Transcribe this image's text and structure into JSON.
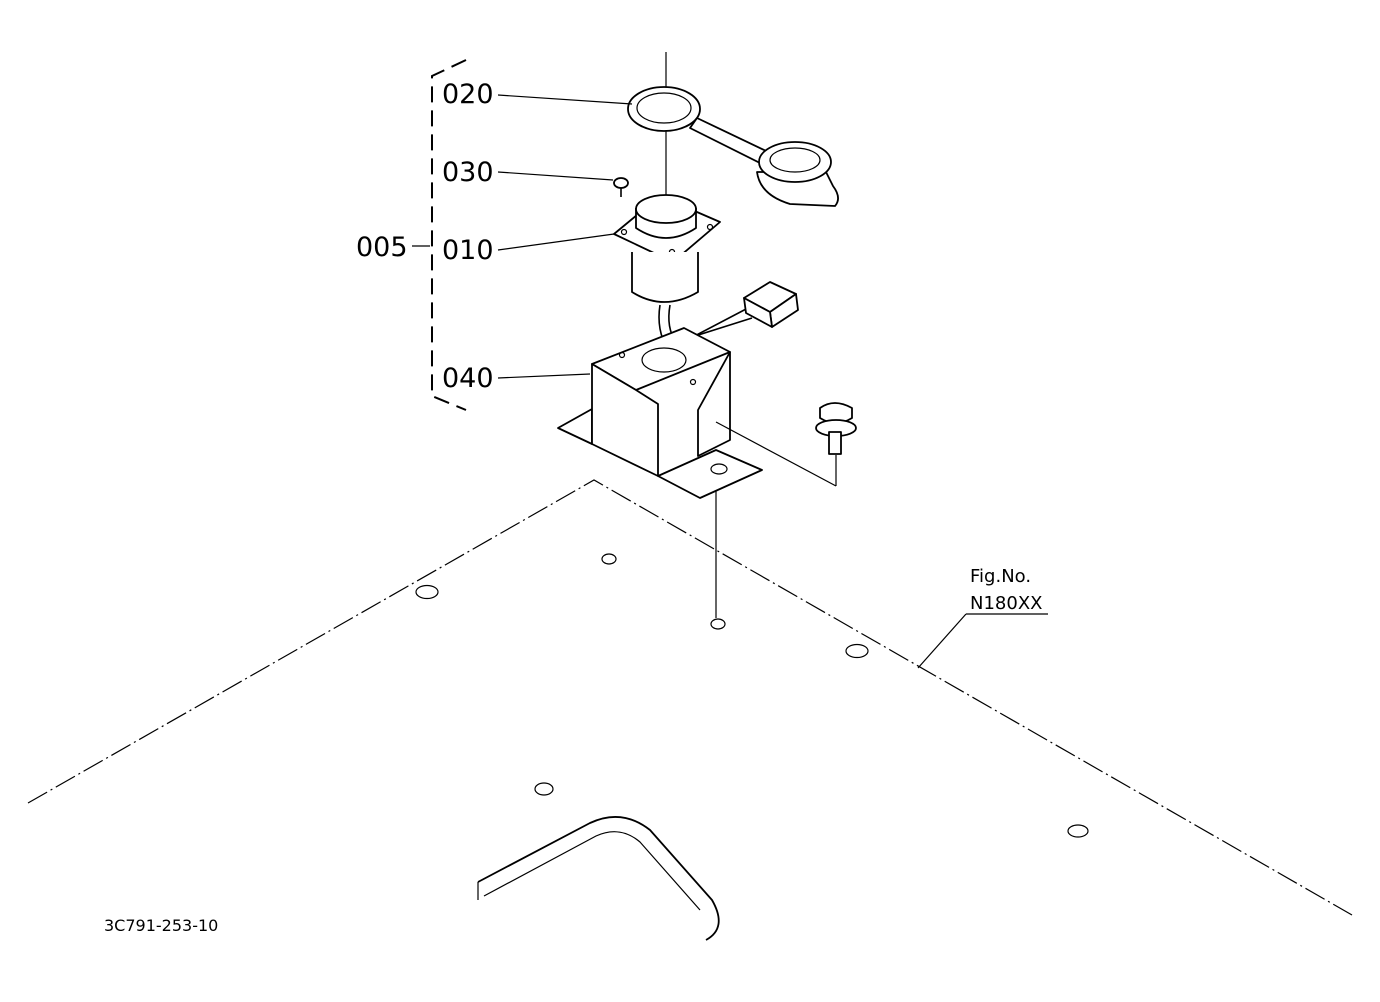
{
  "callouts": {
    "c020": "020",
    "c030": "030",
    "c005": "005",
    "c010": "010",
    "c040": "040"
  },
  "figure_ref": {
    "label": "Fig.No.",
    "number": "N180XX"
  },
  "drawing_number": "3C791-253-10"
}
